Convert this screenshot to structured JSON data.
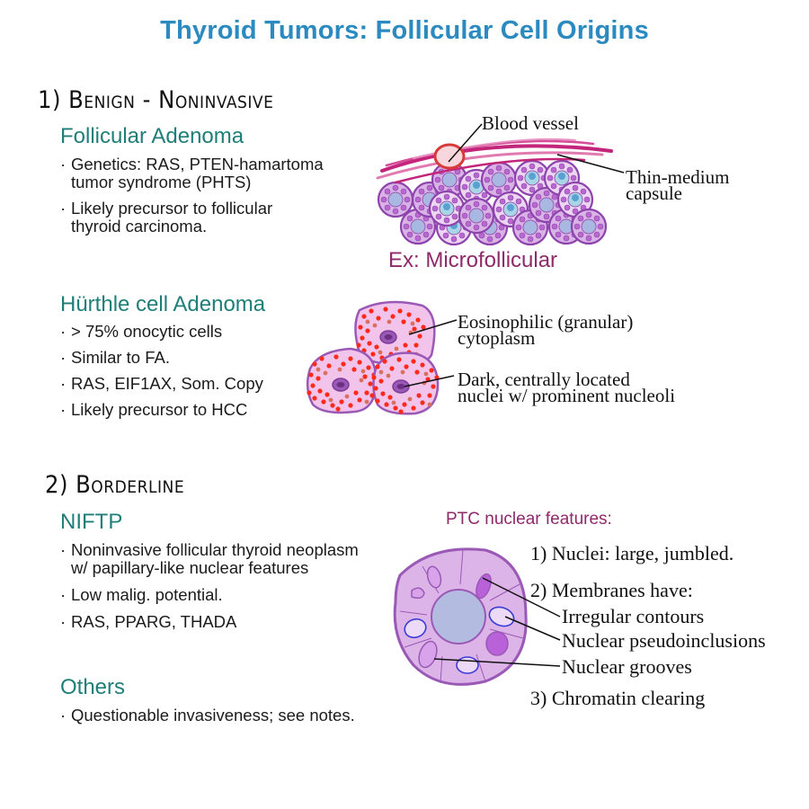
{
  "title": "Thyroid Tumors: Follicular Cell Origins",
  "colors": {
    "title": "#2b8ac0",
    "subheading": "#1f7f78",
    "accent_magenta": "#8e2a6a",
    "capsule": "#c2257a",
    "follicle_purple": "#9b59b6",
    "follicle_fill": "#d9b3e6",
    "colloid_blue": "#a9b8e0",
    "hurthle_fill": "#f2c4ec",
    "granule_red": "#ff2a1a"
  },
  "sections": [
    {
      "heading": "1) Benign - Noninvasive",
      "entities": [
        {
          "name": "Follicular Adenoma",
          "bullets": [
            {
              "line1": "Genetics: RAS, PTEN-hamartoma",
              "line2": "tumor syndrome (PHTS)"
            },
            {
              "line1": "Likely precursor to follicular",
              "line2": "thyroid carcinoma."
            }
          ],
          "figure": {
            "caption": "Ex: Microfollicular",
            "labels": [
              "Blood vessel",
              "Thin-medium",
              "capsule"
            ]
          }
        },
        {
          "name": "Hürthle cell Adenoma",
          "bullets": [
            {
              "line1": "> 75% onocytic cells"
            },
            {
              "line1": "Similar to FA."
            },
            {
              "line1": "RAS, EIF1AX, Som. Copy"
            },
            {
              "line1": "Likely precursor to HCC"
            }
          ],
          "figure": {
            "labels": [
              {
                "line1": "Eosinophilic (granular)",
                "line2": "cytoplasm"
              },
              {
                "line1": "Dark, centrally located",
                "line2": "nuclei w/ prominent nucleoli"
              }
            ]
          }
        }
      ]
    },
    {
      "heading": "2) Borderline",
      "entities": [
        {
          "name": "NIFTP",
          "bullets": [
            {
              "line1": "Noninvasive follicular thyroid neoplasm",
              "line2": "w/ papillary-like nuclear features"
            },
            {
              "line1": "Low malig. potential."
            },
            {
              "line1": "RAS, PPARG, THADA"
            }
          ]
        },
        {
          "name": "Others",
          "bullets": [
            {
              "line1": "Questionable invasiveness; see notes."
            }
          ]
        }
      ],
      "ptc_features": {
        "heading": "PTC nuclear features:",
        "items": [
          "1) Nuclei: large, jumbled.",
          "2) Membranes have:",
          "Irregular contours",
          "Nuclear pseudoinclusions",
          "Nuclear grooves",
          "3) Chromatin clearing"
        ]
      }
    }
  ]
}
